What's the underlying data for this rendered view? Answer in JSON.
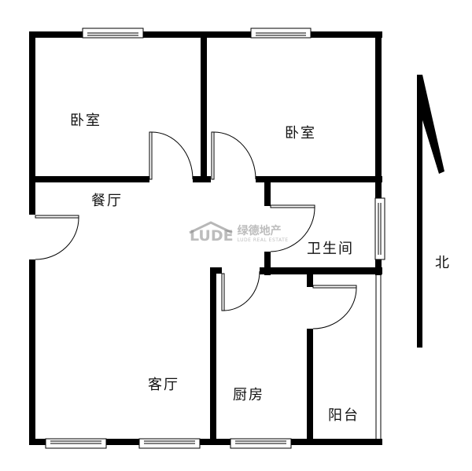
{
  "rooms": {
    "bedroom_1": "卧室",
    "bedroom_2": "卧室",
    "dining": "餐厅",
    "bathroom": "卫生间",
    "living": "客厅",
    "kitchen": "厨房",
    "balcony": "阳台"
  },
  "compass": {
    "label": "北",
    "icon": "north-arrow-icon"
  },
  "watermark": {
    "brand_mark": "LUDE",
    "brand_cn": "绿德地产",
    "brand_en": "LUDE REAL ESTATE"
  },
  "colors": {
    "wall": "#000000",
    "background": "#ffffff",
    "watermark": "#888888"
  }
}
